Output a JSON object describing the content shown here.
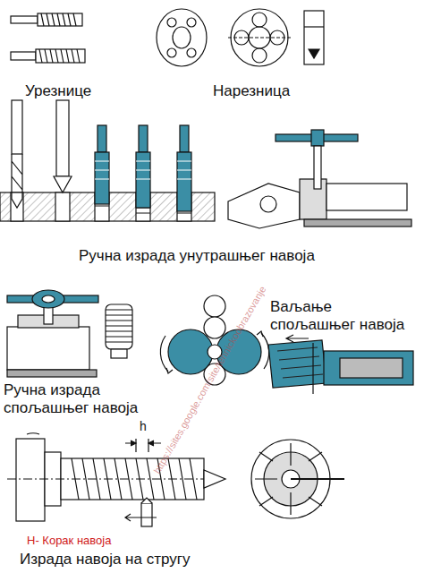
{
  "diagram": {
    "labels": [
      "Урезнице",
      "Нарезница",
      "Ручна израда унутрашњег навоја",
      "Ваљање спољашњег навоја",
      "Ручна израда спољашњег навоја",
      "h",
      "H- Корак навоја",
      "Израда навоја на стругу",
      "https://sites.google.com/site/tehnickoobrazovanje"
    ]
  }
}
